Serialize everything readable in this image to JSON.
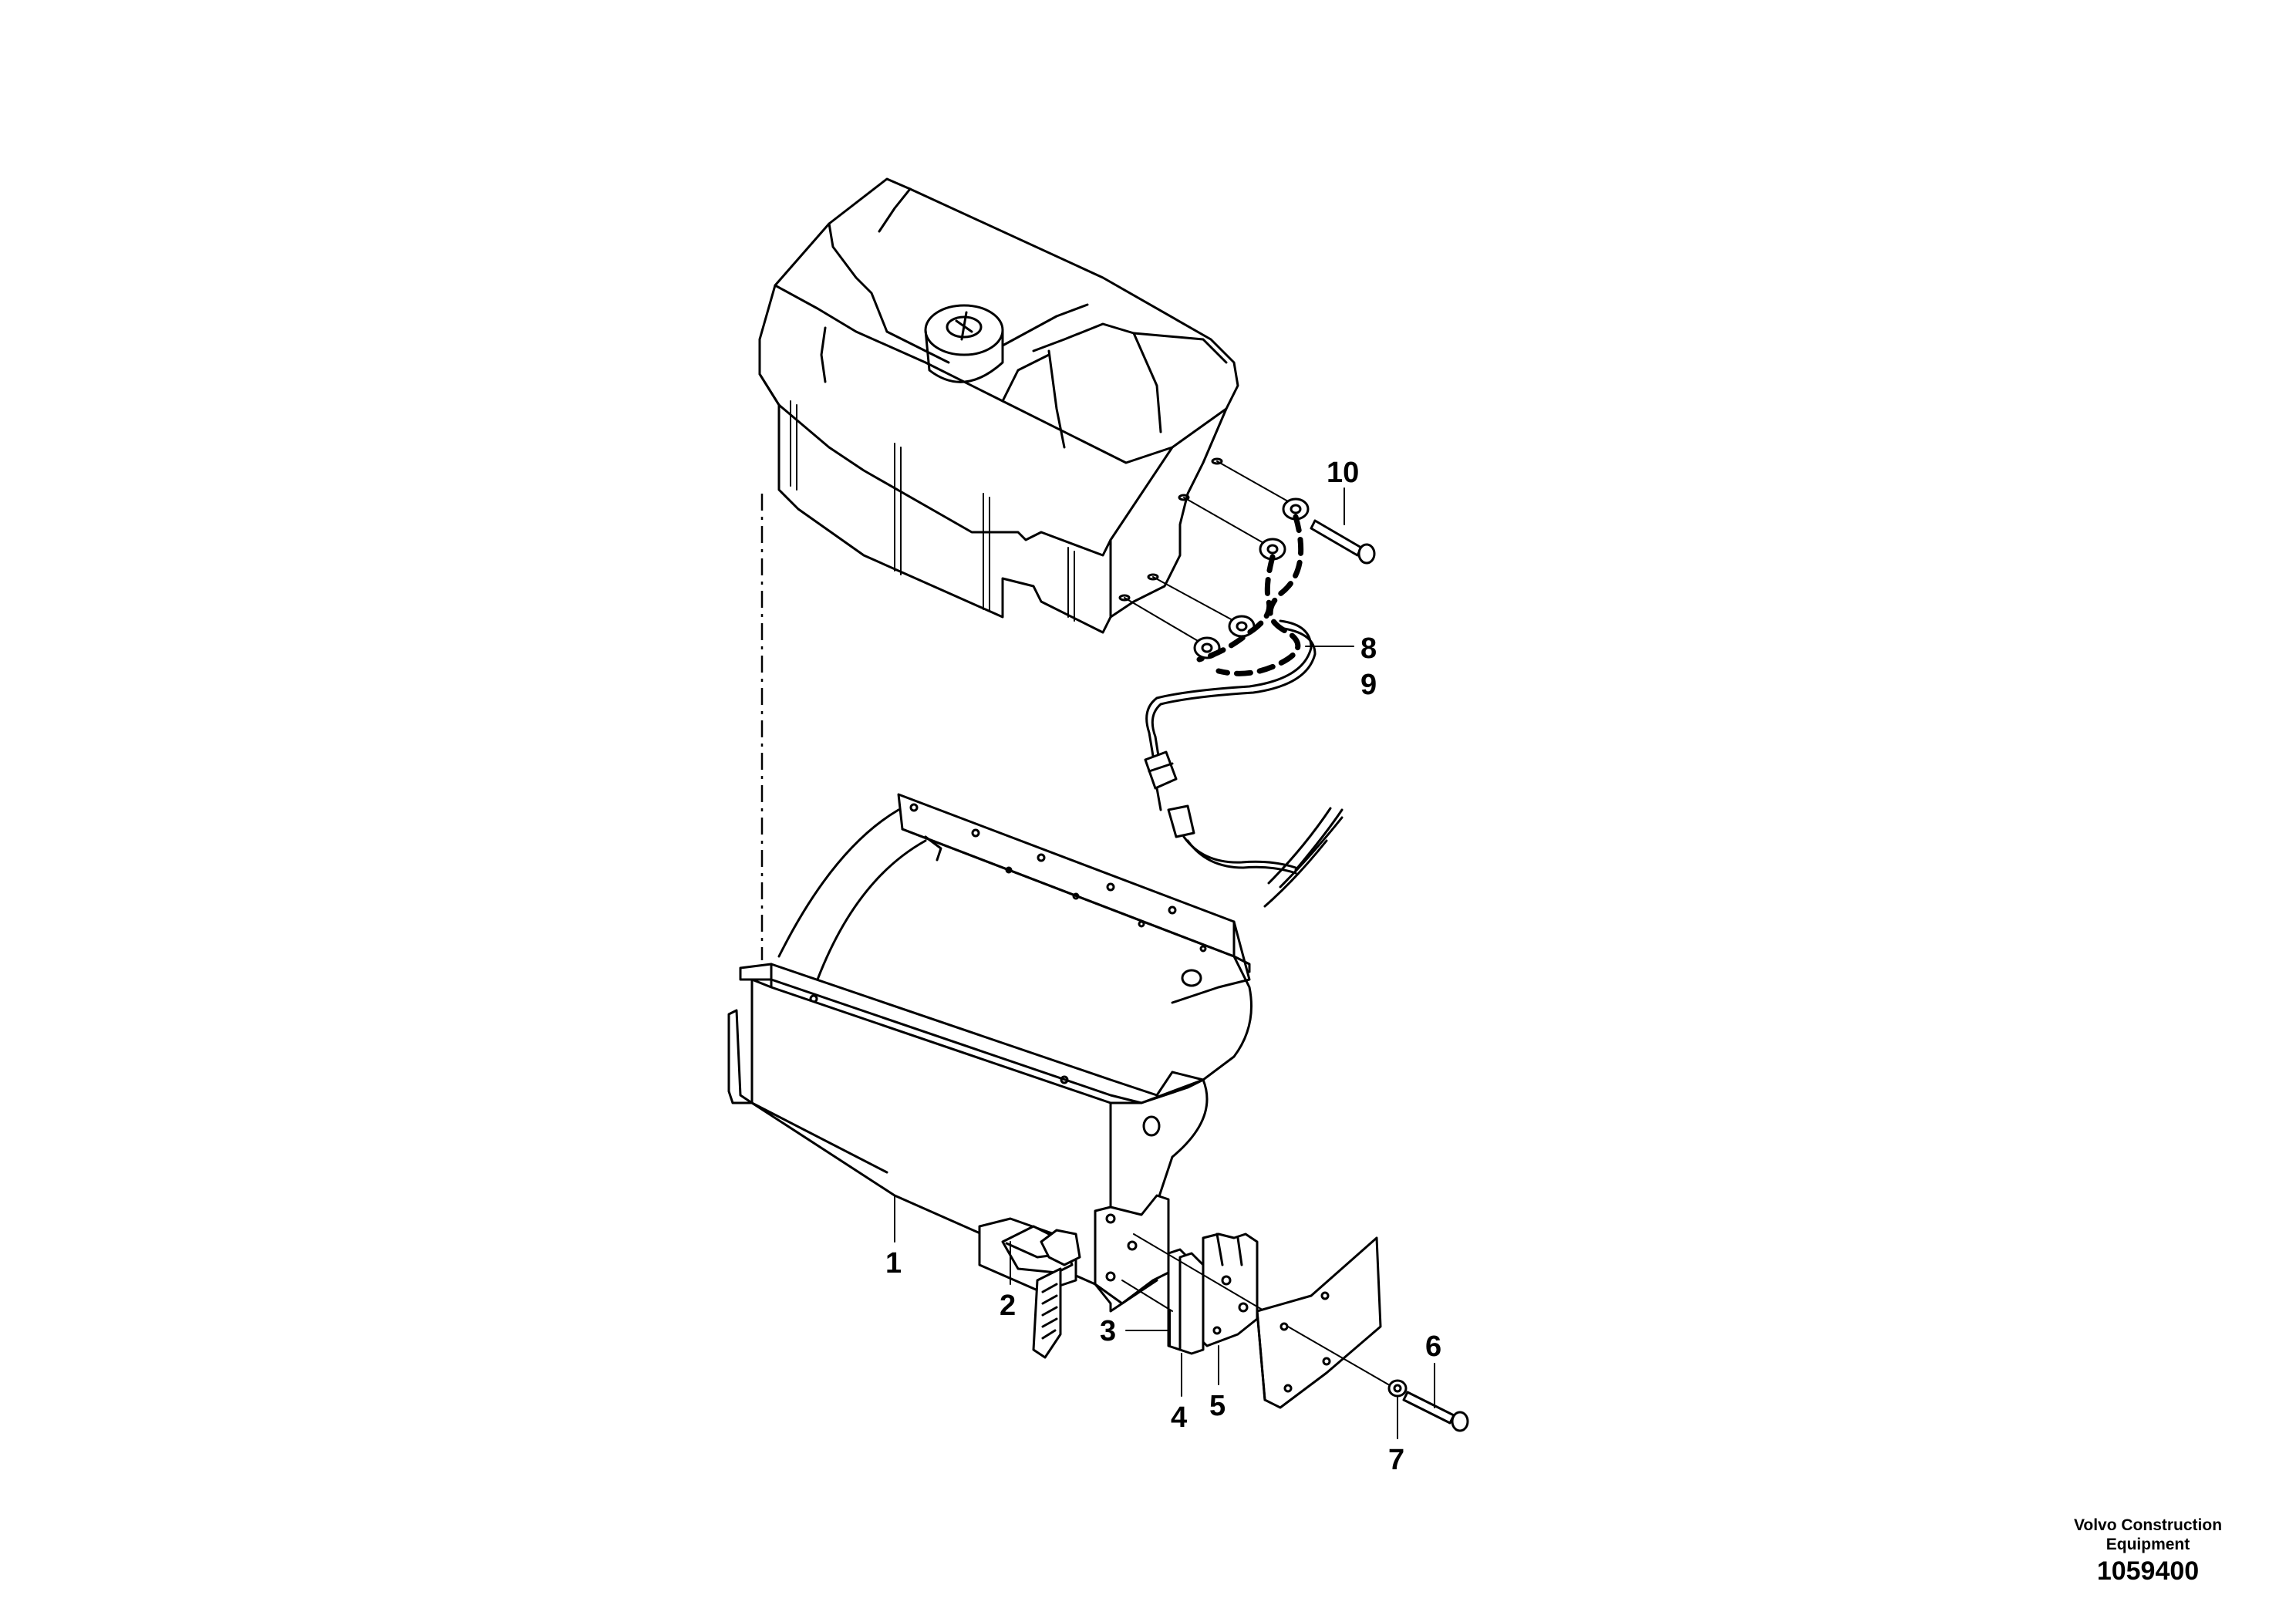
{
  "callouts": [
    "1",
    "2",
    "3",
    "4",
    "5",
    "6",
    "7",
    "8",
    "9",
    "10"
  ],
  "footer": {
    "company_line1": "Volvo Construction",
    "company_line2": "Equipment",
    "drawing_number": "1059400"
  }
}
